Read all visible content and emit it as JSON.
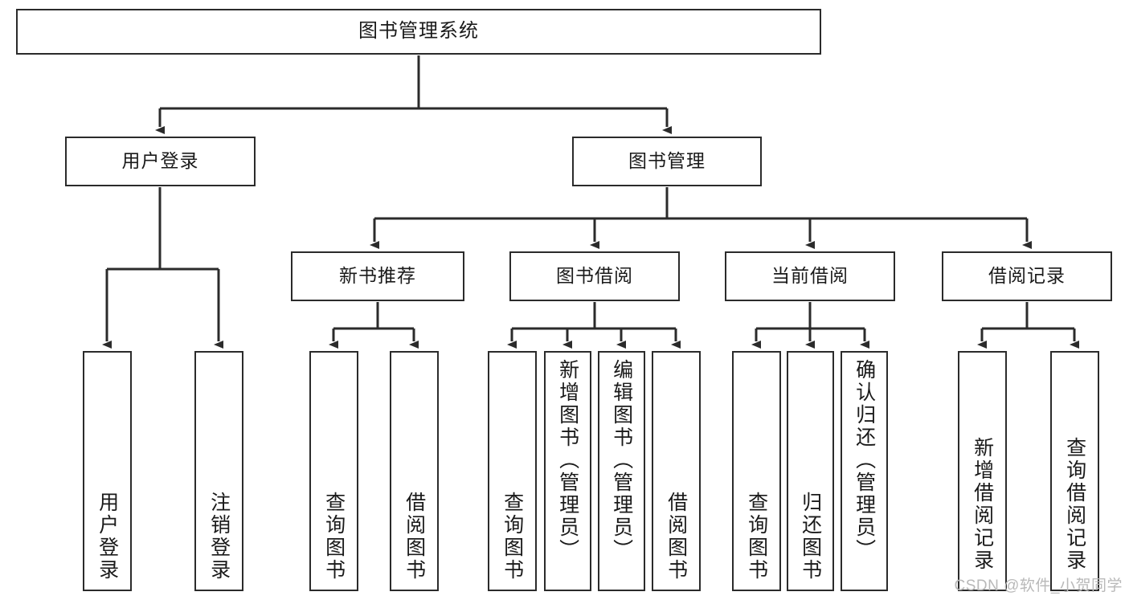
{
  "diagram": {
    "title": "图书管理系统",
    "type": "hierarchy-tree",
    "root": {
      "label": "图书管理系统"
    },
    "level2": [
      {
        "label": "用户登录"
      },
      {
        "label": "图书管理"
      }
    ],
    "level3": [
      {
        "label": "新书推荐"
      },
      {
        "label": "图书借阅"
      },
      {
        "label": "当前借阅"
      },
      {
        "label": "借阅记录"
      }
    ],
    "leaves": {
      "user_login": [
        {
          "label": "用户登录"
        },
        {
          "label": "注销登录"
        }
      ],
      "new_book_recommend": [
        {
          "label": "查询图书"
        },
        {
          "label": "借阅图书"
        }
      ],
      "book_borrow": [
        {
          "label": "查询图书"
        },
        {
          "label": "新增图书（管理员）"
        },
        {
          "label": "编辑图书（管理员）"
        },
        {
          "label": "借阅图书"
        }
      ],
      "current_borrow": [
        {
          "label": "查询图书"
        },
        {
          "label": "归还图书"
        },
        {
          "label": "确认归还（管理员）"
        }
      ],
      "borrow_records": [
        {
          "label": "新增借阅记录"
        },
        {
          "label": "查询借阅记录"
        }
      ]
    }
  },
  "watermark": {
    "text": "CSDN @软件_小贺同学"
  },
  "colors": {
    "box_border": "#2b2b2b",
    "box_fill": "#ffffff",
    "connector": "#2b2b2b",
    "text": "#1a1a1a",
    "watermark": "#b9b9b9",
    "background": "#ffffff"
  }
}
